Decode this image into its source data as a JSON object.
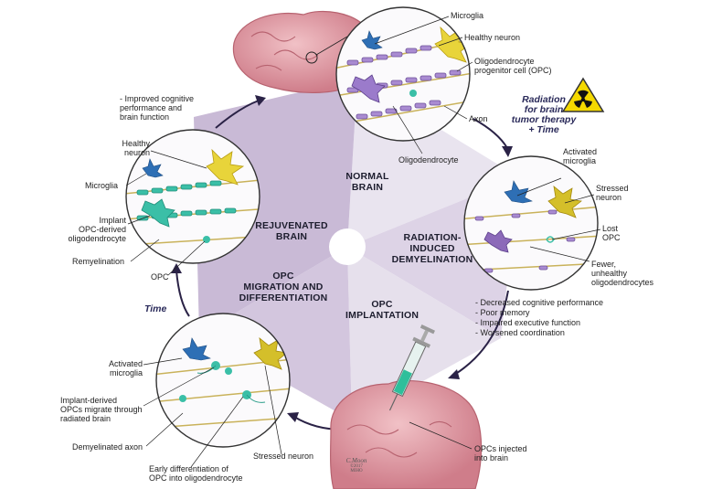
{
  "sectors": {
    "normal": [
      "NORMAL",
      "BRAIN"
    ],
    "radiation": [
      "RADIATION-",
      "INDUCED",
      "DEMYELINATION"
    ],
    "implantation": [
      "OPC",
      "IMPLANTATION"
    ],
    "migration": [
      "OPC",
      "MIGRATION AND",
      "DIFFERENTIATION"
    ],
    "rejuvenated": [
      "REJUVENATED",
      "BRAIN"
    ]
  },
  "arrows": {
    "radiation_note": [
      "Radiation",
      "for brain",
      "tumor therapy",
      "+ Time"
    ],
    "time_note": "Time"
  },
  "normal_labels": {
    "microglia": "Microglia",
    "healthy_neuron": "Healthy neuron",
    "opc": [
      "Oligodendrocyte",
      "progenitor cell (OPC)"
    ],
    "axon": "Axon",
    "oligodendrocyte": "Oligodendrocyte"
  },
  "radiation_labels": {
    "activated_microglia": [
      "Activated",
      "microglia"
    ],
    "stressed_neuron": [
      "Stressed",
      "neuron"
    ],
    "lost_opc": [
      "Lost",
      "OPC"
    ],
    "fewer": [
      "Fewer,",
      "unhealthy",
      "oligodendrocytes"
    ]
  },
  "deficits": [
    "- Decreased cognitive performance",
    "- Poor memory",
    "- Impaired executive function",
    "- Worsened coordination"
  ],
  "implant_labels": {
    "opcs_injected": [
      "OPCs injected",
      "into brain"
    ]
  },
  "migration_labels": {
    "activated_microglia": [
      "Activated",
      "microglia"
    ],
    "implant_derived": [
      "Implant-derived",
      "OPCs migrate through",
      "radiated brain"
    ],
    "demyelinated_axon": "Demyelinated axon",
    "early_diff": [
      "Early differentiation of",
      "OPC into oligodendrocyte"
    ],
    "stressed_neuron": "Stressed neuron"
  },
  "rejuvenated_labels": {
    "improved": [
      "- Improved cognitive",
      "performance and",
      "brain function"
    ],
    "healthy_neuron": [
      "Healthy",
      "neuron"
    ],
    "microglia": "Microglia",
    "implant_opc": [
      "Implant",
      "OPC-derived",
      "oligodendrocyte"
    ],
    "remyelination": "Remyelination",
    "opc": "OPC"
  },
  "signature": [
    "C.Moon",
    "©2017",
    "MIHO"
  ],
  "colors": {
    "myelin_purple": "#a98bd1",
    "myelin_teal": "#3bbfa7",
    "neuron_yellow": "#e8d43a",
    "microglia_blue": "#2e6fb5",
    "brain_pink": "#e7a2ab",
    "axon_tan": "#c9b25a"
  }
}
